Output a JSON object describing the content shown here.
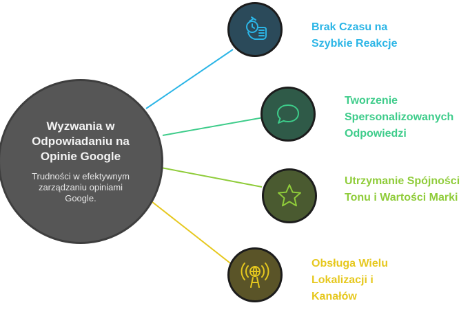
{
  "center": {
    "title": "Wyzwania w Odpowiadaniu na Opinie Google",
    "description": "Trudności w efektywnym zarządzaniu opiniami Google."
  },
  "items": [
    {
      "label": "Brak Czasu na Szybkie Reakcje",
      "icon": "fist-stopwatch-icon",
      "color": "#2bb5e6",
      "fill": "#2b4a5a"
    },
    {
      "label": "Tworzenie Spersonalizowanych Odpowiedzi",
      "icon": "speech-bubble-icon",
      "color": "#3dcc8a",
      "fill": "#2f5a48"
    },
    {
      "label": "Utrzymanie Spójności Tonu i Wartości Marki",
      "icon": "star-icon",
      "color": "#8fcc3a",
      "fill": "#4a5a30"
    },
    {
      "label": "Obsługa Wielu Lokalizacji i Kanałów",
      "icon": "broadcast-tower-icon",
      "color": "#e6c81e",
      "fill": "#5a5428"
    }
  ]
}
